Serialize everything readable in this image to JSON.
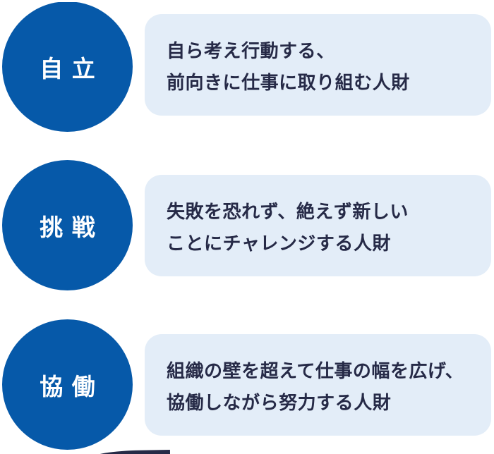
{
  "page": {
    "background_color": "#ffffff",
    "theme": {
      "circle_color": "#0659A9",
      "circle_text_color": "#ffffff",
      "card_background_color": "#E3EDF8",
      "card_text_color": "#262A47"
    }
  },
  "values": [
    {
      "circle_label": "自立",
      "description_line1": "自ら考え行動する、",
      "description_line2": "前向きに仕事に取り組む人財"
    },
    {
      "circle_label": "挑戦",
      "description_line1": "失敗を恐れず、絶えず新しい",
      "description_line2": "ことにチャレンジする人財"
    },
    {
      "circle_label": "協働",
      "description_line1": "組織の壁を超えて仕事の幅を広げ、",
      "description_line2": "協働しながら努力する人財"
    }
  ]
}
